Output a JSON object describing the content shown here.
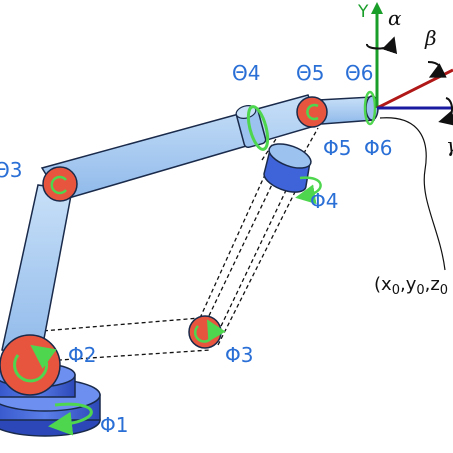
{
  "labels": {
    "theta3": "Θ3",
    "theta4": "Θ4",
    "theta5": "Θ5",
    "theta6": "Θ6",
    "phi1": "Φ1",
    "phi2": "Φ2",
    "phi3": "Φ3",
    "phi4": "Φ4",
    "phi5": "Φ5",
    "phi6": "Φ6"
  },
  "axes": {
    "y": "Y",
    "alpha": "α",
    "beta": "β",
    "gamma": "γ",
    "y_color": "#1a9e2a",
    "x_color": "#b01818",
    "z_color": "#1a1aa0"
  },
  "point": {
    "label_base": "(x",
    "sub0": "0",
    "sep1": ",y",
    "sub1": "0",
    "sep2": ",z",
    "sub2": "0"
  },
  "colors": {
    "link_fill": "#a9cdf2",
    "link_stroke": "#1a2a4a",
    "joint_fill": "#e8553f",
    "joint_arrow": "#4fd64f",
    "base_fill": "#3f63d8",
    "label_blue": "#2a6fd6"
  }
}
